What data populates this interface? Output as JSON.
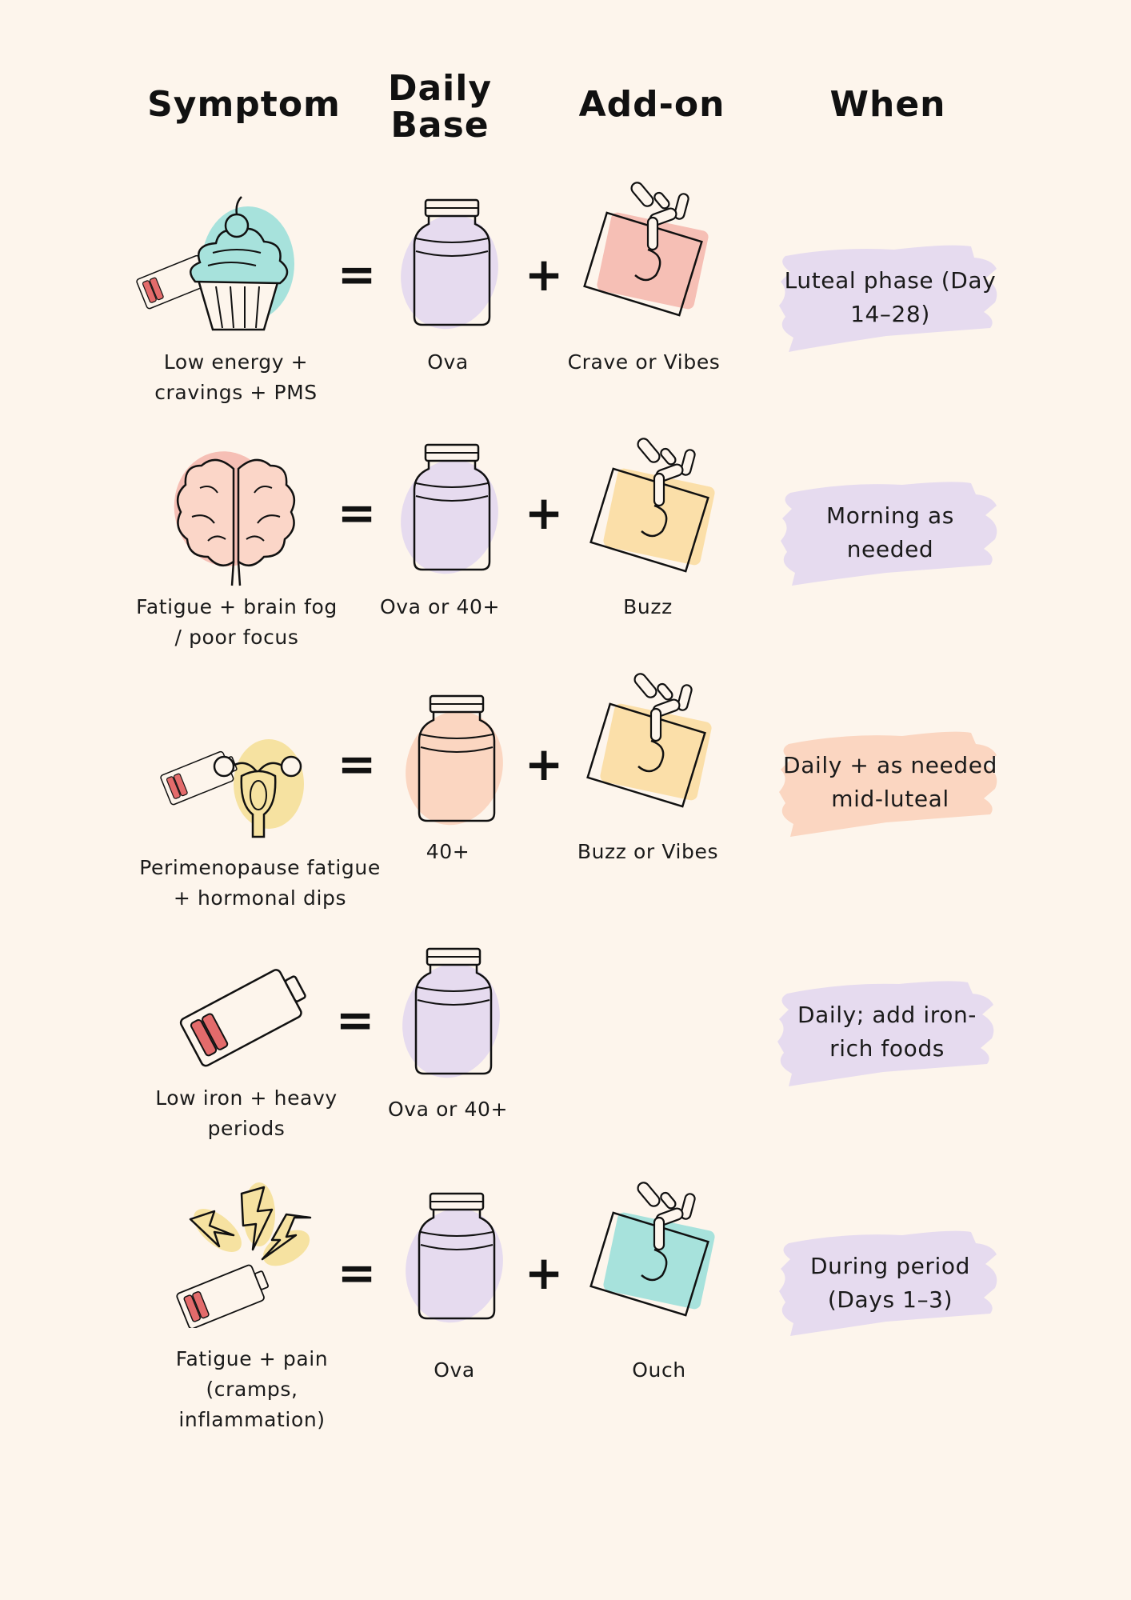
{
  "headers": {
    "symptom": "Symptom",
    "daily_base": "Daily Base",
    "add_on": "Add-on",
    "when": "When"
  },
  "operators": {
    "equals": "=",
    "plus": "+"
  },
  "colors": {
    "background": "#fdf5ec",
    "lavender": "#e6dbef",
    "peach": "#fbd6c1",
    "mint": "#a7e2dc",
    "yellow": "#f6e2a1",
    "battery_red": "#e36b6b",
    "pink": "#f6bfb5"
  },
  "rows": [
    {
      "symptom_icon": "cupcake-icon",
      "symptom": "Low energy + cravings + PMS",
      "base": "Ova",
      "base_color": "#e6dbef",
      "addon": "Crave or Vibes",
      "addon_color": "#f6bfb5",
      "when": "Luteal phase (Day 14–28)",
      "when_color": "#e6dbef"
    },
    {
      "symptom_icon": "brain-icon",
      "symptom": "Fatigue + brain fog / poor focus",
      "base": "Ova or 40+",
      "base_color": "#e6dbef",
      "addon": "Buzz",
      "addon_color": "#fbdfa9",
      "when": "Morning as needed",
      "when_color": "#e6dbef"
    },
    {
      "symptom_icon": "uterus-icon",
      "symptom": "Perimenopause fatigue + hormonal dips",
      "base": "40+",
      "base_color": "#fbd6c1",
      "addon": "Buzz or Vibes",
      "addon_color": "#fbdfa9",
      "when": "Daily + as needed mid-luteal",
      "when_color": "#fbd6c1"
    },
    {
      "symptom_icon": "low-battery-icon",
      "symptom": "Low iron + heavy periods",
      "base": "Ova or 40+",
      "base_color": "#e6dbef",
      "addon": "",
      "addon_color": "",
      "when": "Daily; add iron-rich foods",
      "when_color": "#e6dbef"
    },
    {
      "symptom_icon": "lightning-pain-icon",
      "symptom": "Fatigue + pain (cramps, inflammation)",
      "base": "Ova",
      "base_color": "#e6dbef",
      "addon": "Ouch",
      "addon_color": "#a7e2dc",
      "when": "During period (Days 1–3)",
      "when_color": "#e6dbef"
    }
  ]
}
